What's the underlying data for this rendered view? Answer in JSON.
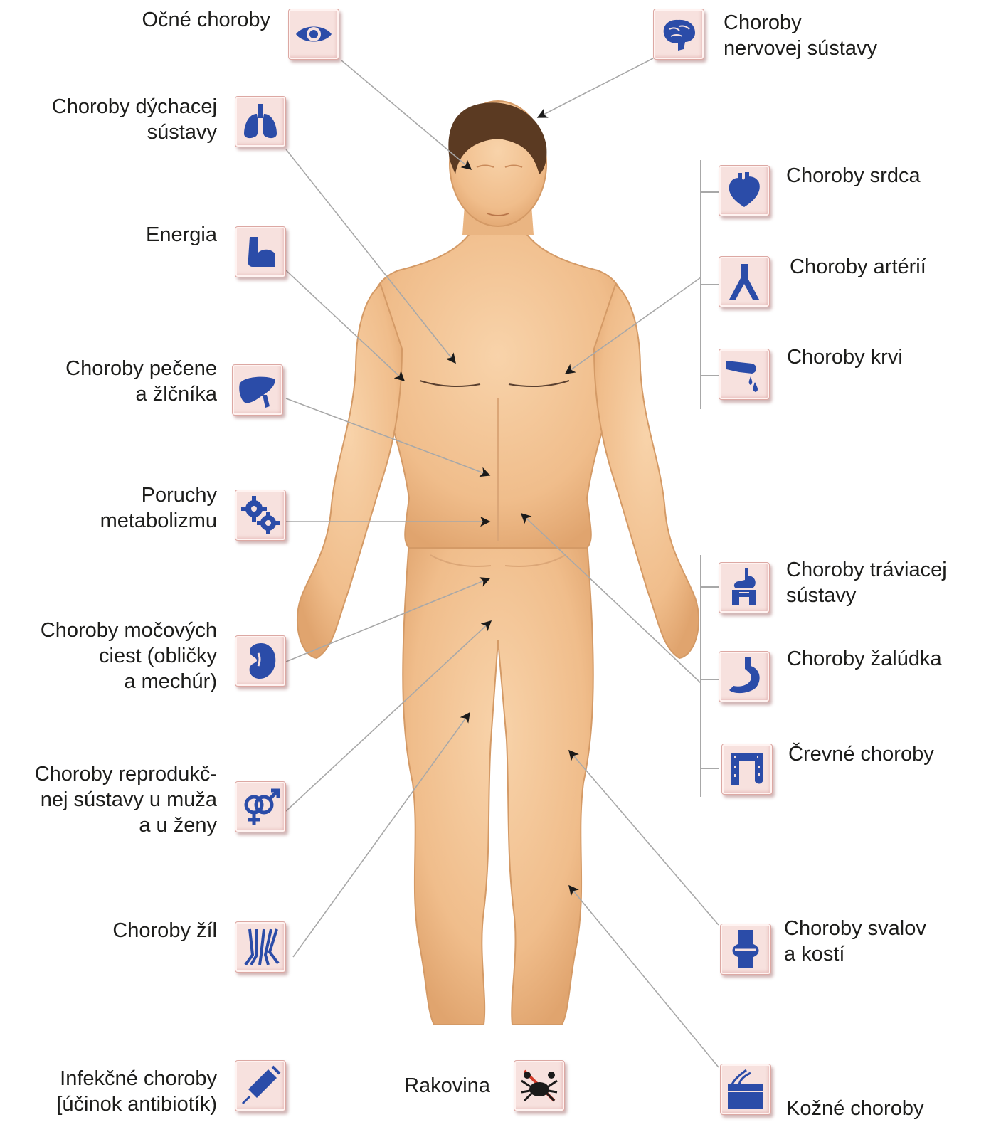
{
  "labels": {
    "ocne": "Očné choroby",
    "nervove": "Choroby\nnervovej  sústavy",
    "dychacej": "Choroby dýchacej\nsústavy",
    "srdca": "Choroby srdca",
    "energia": "Energia",
    "arterii": "Choroby artérií",
    "krvi": "Choroby krvi",
    "pecene": "Choroby pečene\na žlčníka",
    "metabolizmu": "Poruchy\nmetabolizmu",
    "traviacej": "Choroby tráviacej\nsústavy",
    "mocovych": "Choroby močových\nciest (obličky\na mechúr)",
    "zaludka": "Choroby žalúdka",
    "crevne": "Črevné choroby",
    "reprodukcnej": "Choroby reprodukč-\nnej sústavy u muža\na u ženy",
    "zil": "Choroby žíl",
    "svalov": "Choroby  svalov\na kostí",
    "infekcne": "Infekčné choroby\n[účinok antibiotík)",
    "rakovina": "Rakovina",
    "kozne": "Kožné choroby"
  },
  "icons": {
    "ocne": "eye-icon",
    "nervove": "brain-icon",
    "dychacej": "lungs-icon",
    "srdca": "heart-icon",
    "energia": "flexed-arm-icon",
    "arterii": "artery-icon",
    "krvi": "blood-drop-icon",
    "pecene": "liver-icon",
    "metabolizmu": "gears-icon",
    "traviacej": "digestive-tract-icon",
    "mocovych": "kidney-icon",
    "zaludka": "stomach-icon",
    "crevne": "intestine-icon",
    "reprodukcnej": "gender-symbols-icon",
    "zil": "veins-icon",
    "svalov": "knee-joint-icon",
    "infekcne": "syringe-icon",
    "rakovina": "crab-icon",
    "kozne": "skin-layer-icon"
  },
  "colors": {
    "icon": "#2b4ca8",
    "tile": "#f7e1de",
    "skin": "#f2c394",
    "hair": "#5b3a22",
    "lines": "#a8a8a8"
  }
}
